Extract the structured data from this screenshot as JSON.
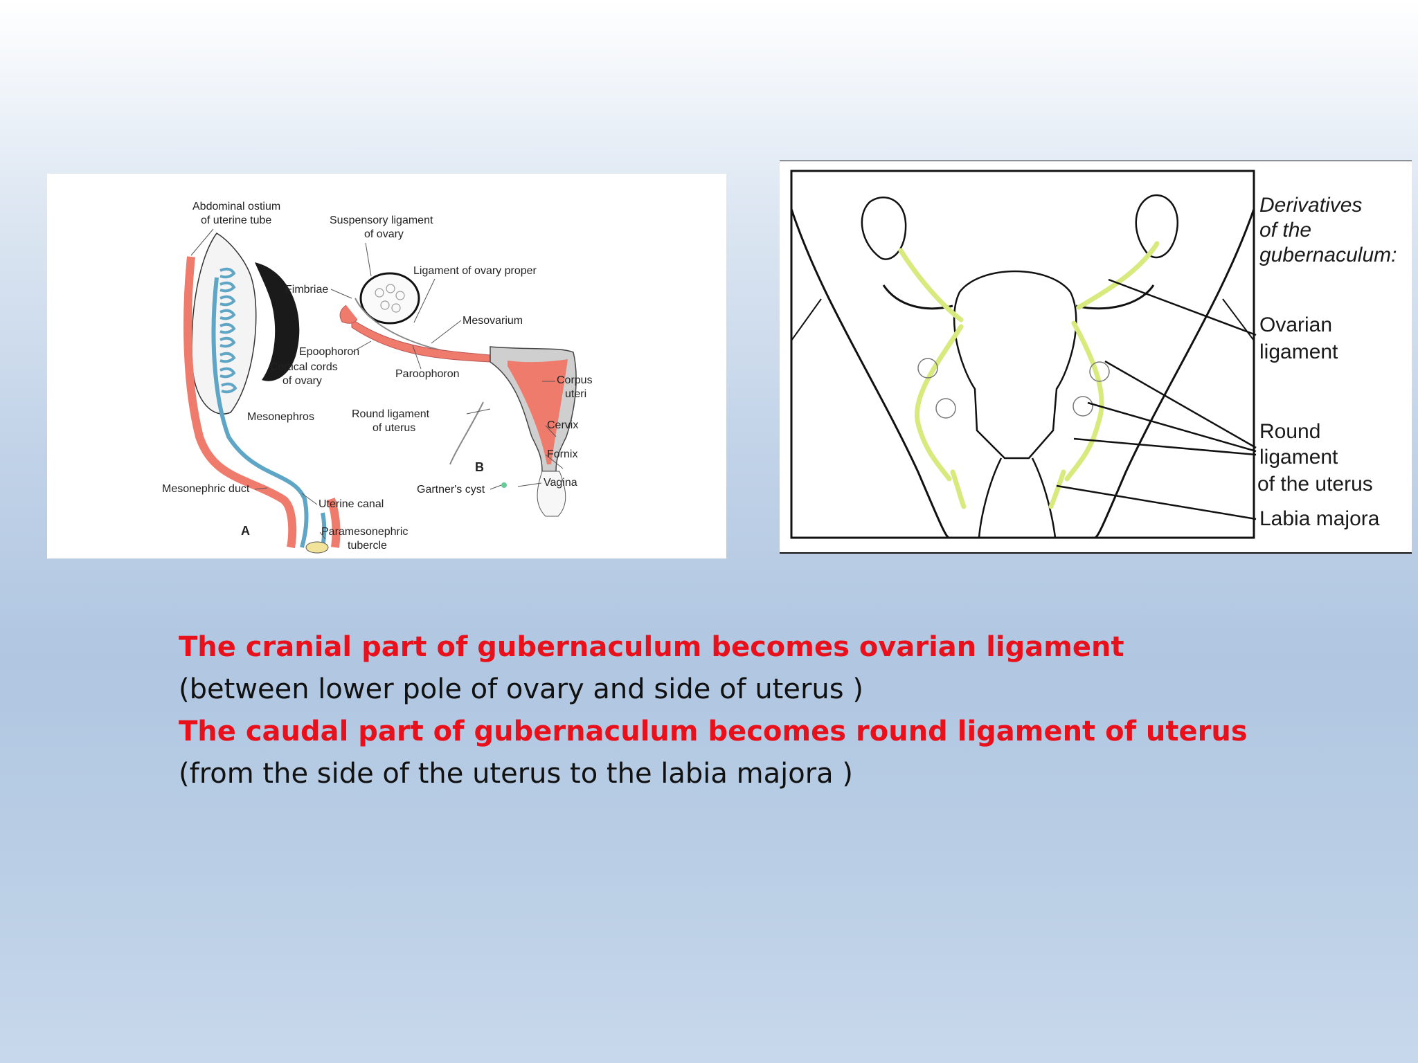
{
  "figure_left": {
    "labels": {
      "abdominal_ostium": [
        "Abdominal ostium",
        "of uterine tube"
      ],
      "suspensory": [
        "Suspensory ligament",
        "of ovary"
      ],
      "ligament_ovary_proper": "Ligament of ovary proper",
      "fimbriae": "Fimbriae",
      "mesovarium": "Mesovarium",
      "epoophoron": "Epoophoron",
      "cortical_cords": [
        "Cortical cords",
        "of ovary"
      ],
      "paroophoron": "Paroophoron",
      "corpus_uteri": [
        "Corpus",
        "uteri"
      ],
      "mesonephros": "Mesonephros",
      "round_ligament": [
        "Round ligament",
        "of uterus"
      ],
      "cervix": "Cervix",
      "fornix": "Fornix",
      "b": "B",
      "vagina": "Vagina",
      "mesonephric_duct": "Mesonephric duct",
      "gartners_cyst": "Gartner's cyst",
      "uterine_canal": "Uterine canal",
      "a": "A",
      "paramesonephric": [
        "Paramesonephric",
        "tubercle"
      ]
    }
  },
  "figure_right": {
    "labels": {
      "derivatives": [
        "Derivatives",
        "of the",
        "gubernaculum:"
      ],
      "ovarian_ligament": [
        "Ovarian",
        "ligament"
      ],
      "round_ligament": [
        "Round",
        "ligament",
        "of the uterus"
      ],
      "labia_majora": "Labia majora"
    }
  },
  "caption": {
    "line1_red": "The cranial part of gubernaculum becomes ovarian ligament",
    "line1_black": " (between lower pole of ovary and side of uterus )",
    "line2_red": "The caudal part of gubernaculum becomes round ligament of uterus",
    "line2_black": "(from the side of the uterus to the labia majora )"
  },
  "colors": {
    "accent_red": "#e8111b",
    "duct_red": "#ee7b6c",
    "duct_blue": "#5fa6c6",
    "ligament_green": "#d8ea7e",
    "tissue_gray": "#cfcfcf"
  }
}
